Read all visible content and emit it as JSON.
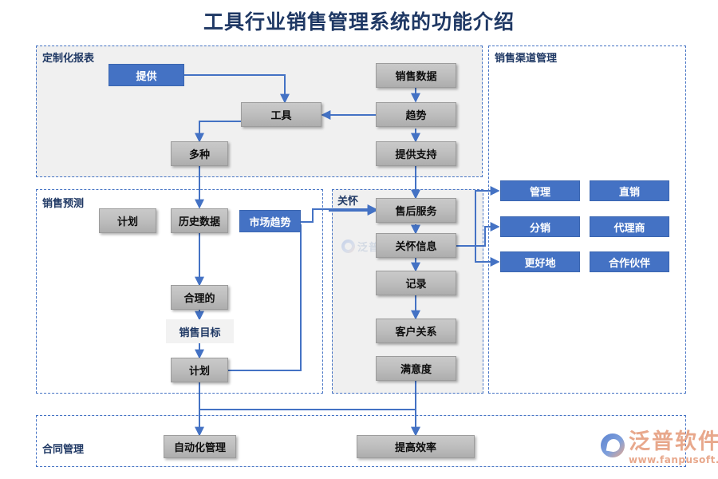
{
  "title": "工具行业销售管理系统的功能介绍",
  "groups": [
    {
      "name": "custom-report",
      "label": "定制化报表"
    },
    {
      "name": "sales-forecast",
      "label": "销售预测"
    },
    {
      "name": "care",
      "label": "关怀"
    },
    {
      "name": "channel-mgmt",
      "label": "销售渠道管理"
    },
    {
      "name": "contract-mgmt",
      "label": "合同管理"
    }
  ],
  "nodes": {
    "gongying": "提供",
    "xiaoshoushuju": "销售数据",
    "gongju": "工具",
    "qushi": "趋势",
    "duozhong": "多种",
    "gongyingzhichi": "提供支持",
    "jihua_top": "计划",
    "lishishuju": "历史数据",
    "shichangqushi": "市场趋势",
    "shouhoufuwu": "售后服务",
    "guanhuaixinxi": "关怀信息",
    "heliide": "合理的",
    "jilu": "记录",
    "xiaoshoumubiao": "销售目标",
    "kehuguanxi": "客户关系",
    "jihua_bottom": "计划",
    "manyidu": "满意度",
    "zidonghua": "自动化管理",
    "tigaoxiaolv": "提高效率",
    "guanli": "管理",
    "zhixiao": "直销",
    "fenxiao": "分销",
    "dailishang": "代理商",
    "genghaode": "更好地",
    "hezuohuoban": "合作伙伴"
  },
  "watermark": {
    "text": "泛普软件"
  },
  "brand": {
    "name": "泛普软件",
    "url": "www.fanpusoft.com"
  },
  "colors": {
    "accent_blue": "#4472C4",
    "title_navy": "#1F3864",
    "node_gray": "#BFBFBF",
    "group_fill": "#F0F0F0",
    "arrow": "#4472C4"
  }
}
